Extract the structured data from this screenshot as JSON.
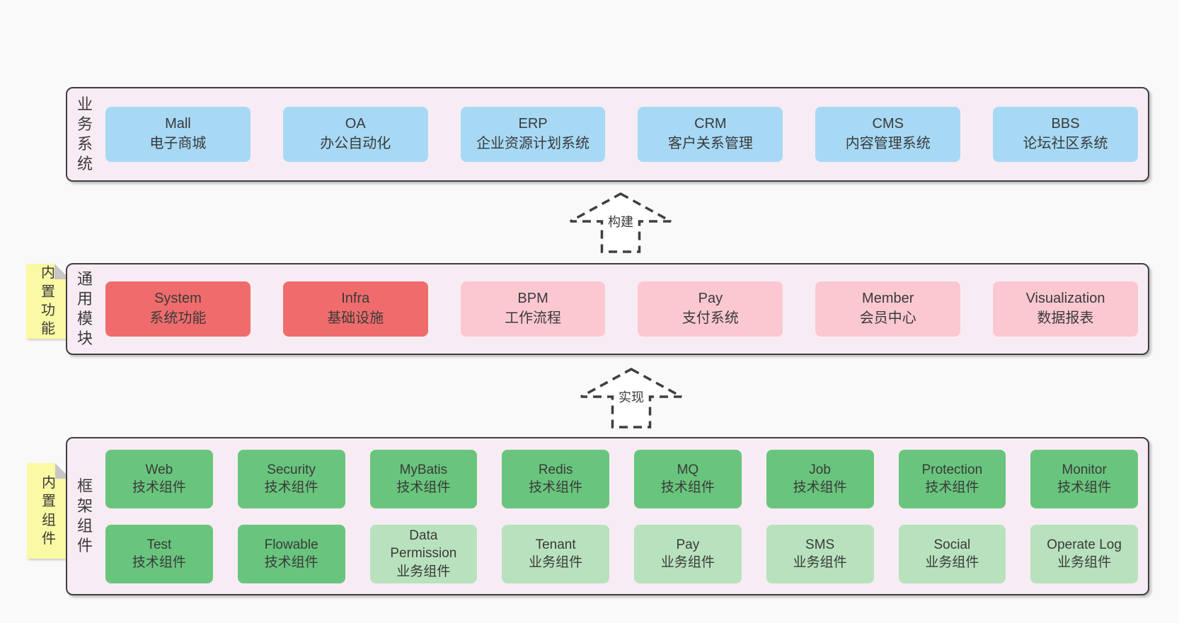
{
  "colors": {
    "page-bg": "#f9f9f9",
    "band-bg": "#f8ecf4",
    "band-border": "#3f3f3f",
    "text": "#3a3a3a",
    "box-blue": "#a7d9f5",
    "box-red": "#f06c6c",
    "box-pink": "#fbc8d2",
    "box-green": "#69c57d",
    "box-lightgreen": "#b8e2bd",
    "sticky-yellow": "#fbf9a3",
    "sticky-fold": "#c6c6c6",
    "arrow-fill": "#ffffff"
  },
  "bands": [
    {
      "key": "business-systems",
      "label": "业务系统",
      "boxes": [
        {
          "name": "Mall",
          "desc": "电子商城",
          "variant": "blue"
        },
        {
          "name": "OA",
          "desc": "办公自动化",
          "variant": "blue"
        },
        {
          "name": "ERP",
          "desc": "企业资源计划系统",
          "variant": "blue"
        },
        {
          "name": "CRM",
          "desc": "客户关系管理",
          "variant": "blue"
        },
        {
          "name": "CMS",
          "desc": "内容管理系统",
          "variant": "blue"
        },
        {
          "name": "BBS",
          "desc": "论坛社区系统",
          "variant": "blue"
        }
      ]
    },
    {
      "key": "common-modules",
      "label": "通用模块",
      "sticky": "内置功能",
      "boxes": [
        {
          "name": "System",
          "desc": "系统功能",
          "variant": "red"
        },
        {
          "name": "Infra",
          "desc": "基础设施",
          "variant": "red"
        },
        {
          "name": "BPM",
          "desc": "工作流程",
          "variant": "pink"
        },
        {
          "name": "Pay",
          "desc": "支付系统",
          "variant": "pink"
        },
        {
          "name": "Member",
          "desc": "会员中心",
          "variant": "pink"
        },
        {
          "name": "Visualization",
          "desc": "数据报表",
          "variant": "pink"
        }
      ]
    },
    {
      "key": "framework-components",
      "label": "框架组件",
      "sticky": "内置组件",
      "boxes": [
        {
          "name": "Web",
          "desc": "技术组件",
          "variant": "green"
        },
        {
          "name": "Security",
          "desc": "技术组件",
          "variant": "green"
        },
        {
          "name": "MyBatis",
          "desc": "技术组件",
          "variant": "green"
        },
        {
          "name": "Redis",
          "desc": "技术组件",
          "variant": "green"
        },
        {
          "name": "MQ",
          "desc": "技术组件",
          "variant": "green"
        },
        {
          "name": "Job",
          "desc": "技术组件",
          "variant": "green"
        },
        {
          "name": "Protection",
          "desc": "技术组件",
          "variant": "green"
        },
        {
          "name": "Monitor",
          "desc": "技术组件",
          "variant": "green"
        },
        {
          "name": "Test",
          "desc": "技术组件",
          "variant": "green"
        },
        {
          "name": "Flowable",
          "desc": "技术组件",
          "variant": "green"
        },
        {
          "name": "Data Permission",
          "desc": "业务组件",
          "variant": "lightgreen"
        },
        {
          "name": "Tenant",
          "desc": "业务组件",
          "variant": "lightgreen"
        },
        {
          "name": "Pay",
          "desc": "业务组件",
          "variant": "lightgreen"
        },
        {
          "name": "SMS",
          "desc": "业务组件",
          "variant": "lightgreen"
        },
        {
          "name": "Social",
          "desc": "业务组件",
          "variant": "lightgreen"
        },
        {
          "name": "Operate Log",
          "desc": "业务组件",
          "variant": "lightgreen"
        }
      ]
    }
  ],
  "arrows": [
    {
      "label": "构建"
    },
    {
      "label": "实现"
    }
  ]
}
